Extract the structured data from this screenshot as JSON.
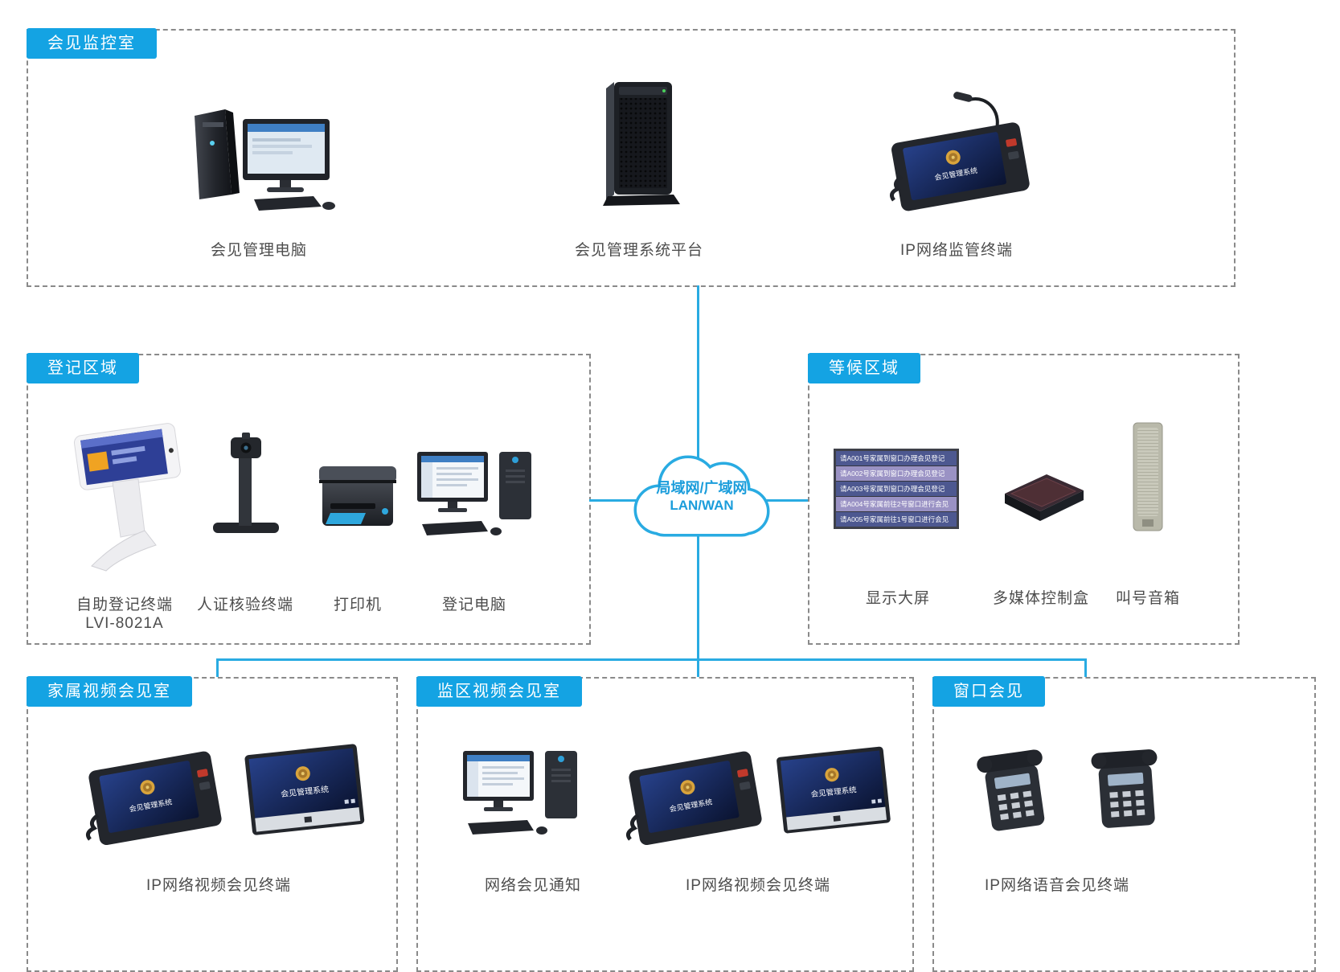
{
  "colors": {
    "accent_blue": "#29abe2",
    "tab_blue": "#14a3e3",
    "dash_gray": "#8a8a8a",
    "caption_gray": "#4d4d4d"
  },
  "cloud": {
    "line1": "局域网/广域网",
    "line2": "LAN/WAN"
  },
  "device_screen": {
    "title": "会见管理系统"
  },
  "sections": {
    "monitor_room": {
      "label": "会见监控室",
      "captions": [
        "会见管理电脑",
        "会见管理系统平台",
        "IP网络监管终端"
      ]
    },
    "registration": {
      "label": "登记区域",
      "captions": [
        "自助登记终端",
        "人证核验终端",
        "打印机",
        "登记电脑"
      ],
      "model": "LVI-8021A"
    },
    "waiting": {
      "label": "等候区域",
      "captions": [
        "显示大屏",
        "多媒体控制盒",
        "叫号音箱"
      ],
      "screen_rows": [
        "请A001号家属到窗口办理会见登记",
        "请A002号家属到窗口办理会见登记",
        "请A003号家属到窗口办理会见登记",
        "请A004号家属前往2号窗口进行会见",
        "请A005号家属前往1号窗口进行会见"
      ]
    },
    "family_room": {
      "label": "家属视频会见室",
      "caption": "IP网络视频会见终端"
    },
    "prison_room": {
      "label": "监区视频会见室",
      "captions": [
        "网络会见通知",
        "IP网络视频会见终端"
      ]
    },
    "window_meeting": {
      "label": "窗口会见",
      "caption": "IP网络语音会见终端"
    }
  }
}
